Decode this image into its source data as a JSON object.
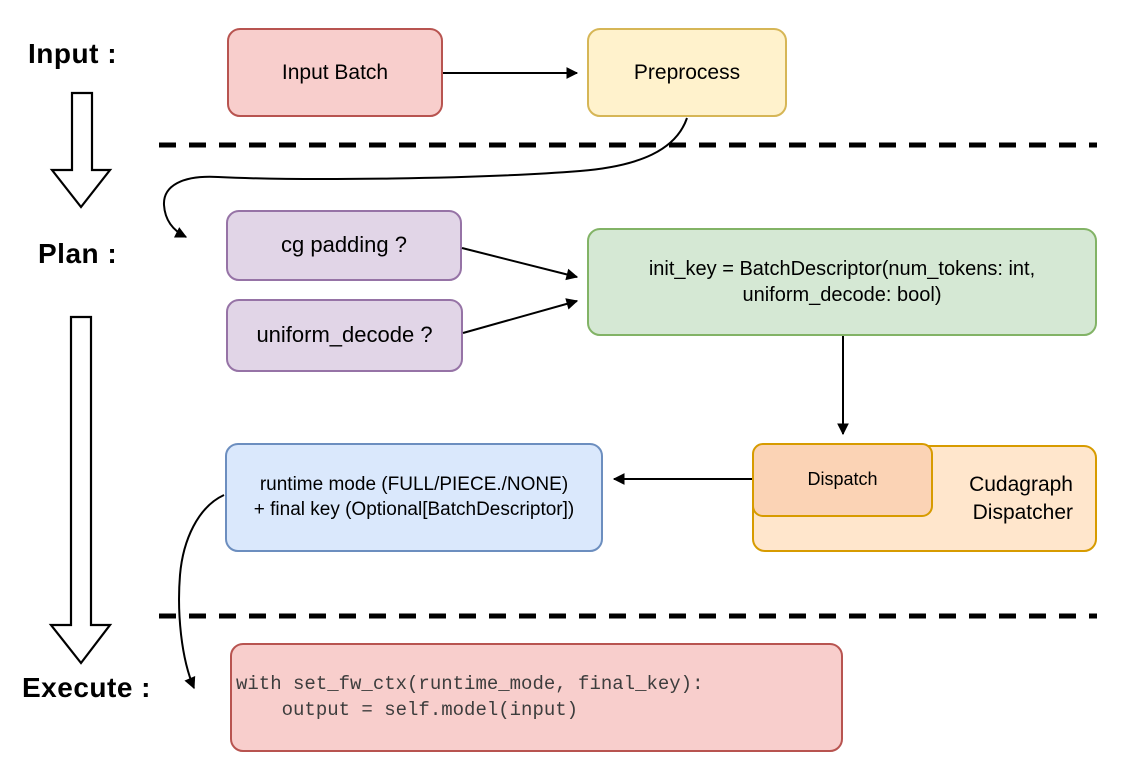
{
  "stages": {
    "input_label": "Input :",
    "plan_label": "Plan :",
    "execute_label": "Execute :"
  },
  "nodes": {
    "input_batch": {
      "label": "Input Batch"
    },
    "preprocess": {
      "label": "Preprocess"
    },
    "cg_padding": {
      "label": "cg padding ?"
    },
    "uniform_decode": {
      "label": "uniform_decode ?"
    },
    "init_key": {
      "line1": "init_key = BatchDescriptor(num_tokens: int,",
      "line2": "uniform_decode: bool)"
    },
    "runtime_mode": {
      "line1": "runtime mode (FULL/PIECE./NONE)",
      "line2": "+ final key (Optional[BatchDescriptor])"
    },
    "dispatch": {
      "label": "Dispatch"
    },
    "cudagraph_dispatcher": {
      "line1": "Cudagraph",
      "line2": "Dispatcher"
    },
    "execute_code": {
      "line1": "with set_fw_ctx(runtime_mode, final_key):",
      "line2": "    output = self.model(input)"
    }
  },
  "palette": {
    "red_fill": "#F8CECC",
    "red_stroke": "#B85450",
    "yellow_fill": "#FFF2CC",
    "yellow_stroke": "#D6B656",
    "purple_fill": "#E1D5E7",
    "purple_stroke": "#9673A6",
    "green_fill": "#D5E8D4",
    "green_stroke": "#82B366",
    "blue_fill": "#DAE8FC",
    "blue_stroke": "#6C8EBF",
    "orange_fill": "#FFE6CC",
    "orange_stroke": "#D79B00",
    "dispatch_fill": "#FBD3B5",
    "line_color": "#000000",
    "code_text": "#3d3d3d"
  }
}
